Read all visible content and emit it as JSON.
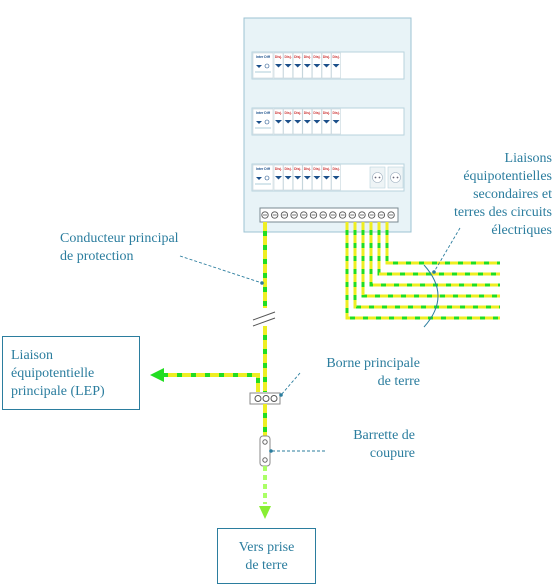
{
  "labels": {
    "conducteur": [
      "Conducteur principal",
      "de protection"
    ],
    "liaisons_secondaires": [
      "Liaisons",
      "équipotentielles",
      "secondaires et",
      "terres des circuits",
      "électriques"
    ],
    "lep": [
      "Liaison",
      "équipotentielle",
      "principale (LEP)"
    ],
    "borne": [
      "Borne principale",
      "de terre"
    ],
    "barrette": [
      "Barrette de",
      "coupure"
    ],
    "prise": [
      "Vers prise",
      "de terre"
    ]
  },
  "panel": {
    "row_device_labels": [
      "Inter Diff",
      "Disj.",
      "Disj.",
      "Disj.",
      "Disj.",
      "Disj.",
      "Disj.",
      "Disj."
    ],
    "terminal_count": 14
  },
  "colors": {
    "label": "#2b7d9e",
    "earth_green": "#22dd22",
    "earth_yellow": "#eeee22",
    "panel_bg": "#e8f3f7",
    "panel_border": "#9cc3d3"
  }
}
